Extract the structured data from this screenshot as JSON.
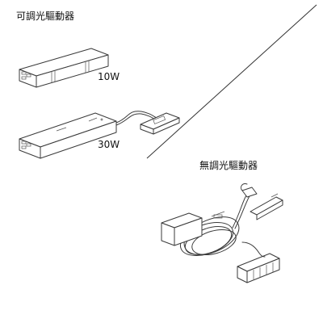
{
  "headings": {
    "dimmable": "可調光驅動器",
    "non_dimmable": "無調光驅動器"
  },
  "drivers": {
    "small_wattage": "10W",
    "large_wattage": "30W"
  },
  "colors": {
    "line": "#3a3a3a",
    "background": "#ffffff",
    "text": "#111111"
  }
}
